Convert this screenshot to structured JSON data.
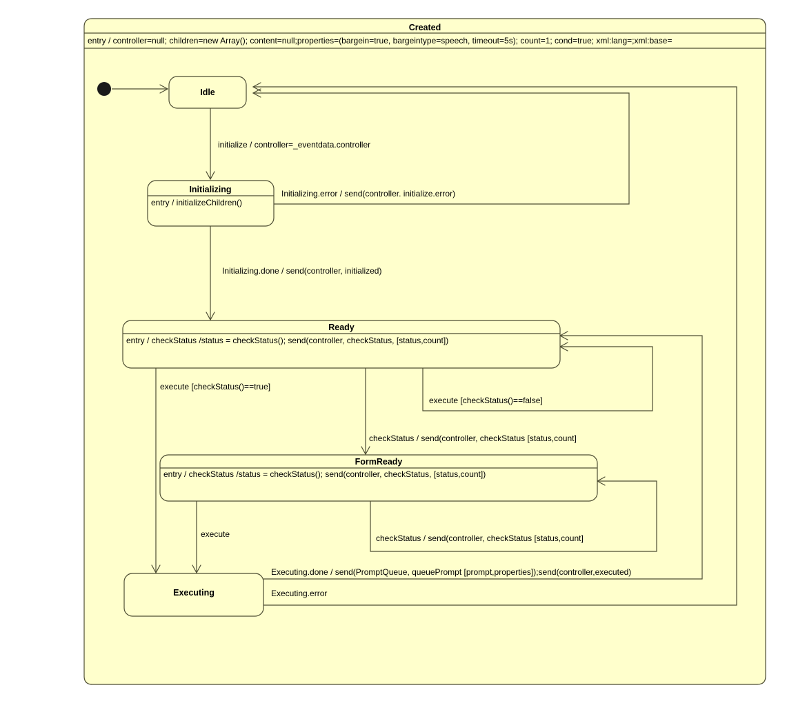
{
  "diagram": {
    "type": "uml-state-machine",
    "background_color": "#ffffff",
    "state_fill_color": "#ffffcc",
    "border_color": "#4d4d33",
    "composite_state": {
      "name": "Created",
      "entry_text": "entry / controller=null; children=new Array(); content=null;properties=(bargein=true, bargeintype=speech, timeout=5s); count=1; cond=true; xml:lang=;xml:base="
    },
    "initial_node": "initial-pseudostate",
    "states": [
      {
        "id": "idle",
        "name": "Idle",
        "entry_text": ""
      },
      {
        "id": "initializing",
        "name": "Initializing",
        "entry_text": "entry / initializeChildren()"
      },
      {
        "id": "ready",
        "name": "Ready",
        "entry_text": "entry / checkStatus /status = checkStatus(); send(controller, checkStatus, [status,count])"
      },
      {
        "id": "formready",
        "name": "FormReady",
        "entry_text": "entry / checkStatus /status = checkStatus(); send(controller, checkStatus, [status,count])"
      },
      {
        "id": "executing",
        "name": "Executing",
        "entry_text": ""
      }
    ],
    "transitions": [
      {
        "id": "t-init-idle",
        "from": "initial-pseudostate",
        "to": "idle",
        "label": ""
      },
      {
        "id": "t-idle-initializing",
        "from": "idle",
        "to": "initializing",
        "label": "initialize / controller=_eventdata.controller"
      },
      {
        "id": "t-initializing-idle",
        "from": "initializing",
        "to": "idle",
        "label": "Initializing.error / send(controller. initialize.error)"
      },
      {
        "id": "t-initializing-ready",
        "from": "initializing",
        "to": "ready",
        "label": "Initializing.done / send(controller, initialized)"
      },
      {
        "id": "t-ready-executing",
        "from": "ready",
        "to": "executing",
        "label": "execute [checkStatus()==true]"
      },
      {
        "id": "t-ready-ready",
        "from": "ready",
        "to": "ready",
        "label": "execute [checkStatus()==false]"
      },
      {
        "id": "t-ready-formready",
        "from": "ready",
        "to": "formready",
        "label": "checkStatus / send(controller, checkStatus [status,count]"
      },
      {
        "id": "t-formready-executing",
        "from": "formready",
        "to": "executing",
        "label": "execute"
      },
      {
        "id": "t-formready-formready",
        "from": "formready",
        "to": "formready",
        "label": "checkStatus / send(controller, checkStatus [status,count]"
      },
      {
        "id": "t-executing-ready",
        "from": "executing",
        "to": "ready",
        "label": "Executing.done / send(PromptQueue, queuePrompt [prompt,properties]);send(controller,executed)"
      },
      {
        "id": "t-executing-idle",
        "from": "executing",
        "to": "idle",
        "label": "Executing.error"
      }
    ]
  }
}
